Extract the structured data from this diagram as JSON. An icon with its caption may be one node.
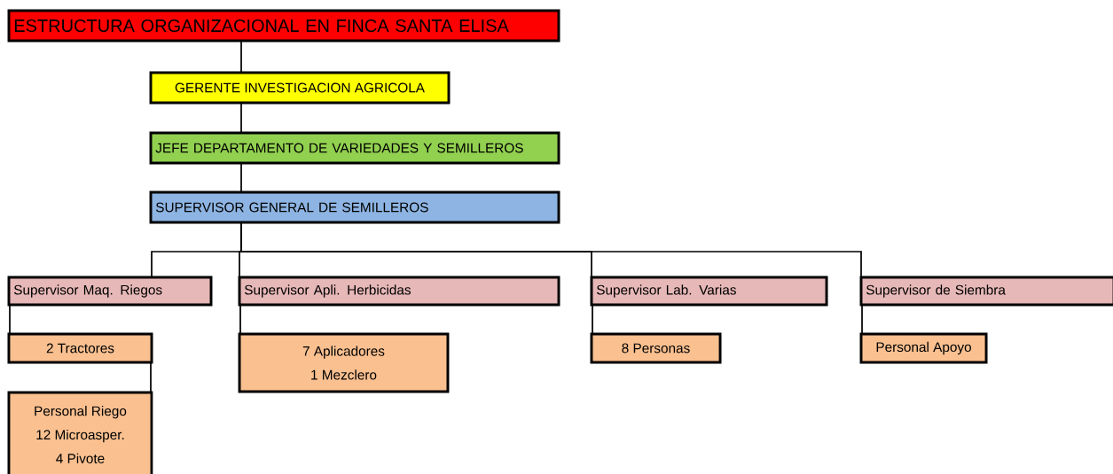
{
  "diagram": {
    "nodes": [
      {
        "text": [
          "ESTRUCTURA ORGANIZACIONAL EN FINCA SANTA ELISA"
        ]
      },
      {
        "text": [
          "GERENTE INVESTIGACION AGRICOLA"
        ]
      },
      {
        "text": [
          "JEFE DEPARTAMENTO DE VARIEDADES Y SEMILLEROS"
        ]
      },
      {
        "text": [
          "SUPERVISOR GENERAL DE SEMILLEROS"
        ]
      },
      {
        "text": [
          "Supervisor Maq. Riegos"
        ]
      },
      {
        "text": [
          "Supervisor Apli. Herbicidas"
        ]
      },
      {
        "text": [
          "Supervisor Lab. Varias"
        ]
      },
      {
        "text": [
          "Supervisor de Siembra"
        ]
      },
      {
        "text": [
          "2 Tractores"
        ]
      },
      {
        "text": [
          "7 Aplicadores",
          "1 Mezclero"
        ]
      },
      {
        "text": [
          "8 Personas"
        ]
      },
      {
        "text": [
          "Personal Apoyo"
        ]
      },
      {
        "text": [
          "Personal Riego",
          "12 Microasper.",
          "4 Pivote"
        ]
      }
    ],
    "edges": [
      {
        "from": 0,
        "to": 1,
        "arrow": "none"
      },
      {
        "from": 1,
        "to": 2,
        "arrow": "none"
      },
      {
        "from": 2,
        "to": 3,
        "arrow": "none"
      },
      {
        "from": 3,
        "to": 4,
        "arrow": "none"
      },
      {
        "from": 3,
        "to": 5,
        "arrow": "none"
      },
      {
        "from": 3,
        "to": 6,
        "arrow": "none"
      },
      {
        "from": 3,
        "to": 7,
        "arrow": "none"
      },
      {
        "from": 4,
        "to": 8,
        "arrow": "none"
      },
      {
        "from": 8,
        "to": 12,
        "arrow": "none"
      },
      {
        "from": 5,
        "to": 9,
        "arrow": "none"
      },
      {
        "from": 6,
        "to": 10,
        "arrow": "none"
      },
      {
        "from": 7,
        "to": 11,
        "arrow": "none"
      }
    ]
  }
}
